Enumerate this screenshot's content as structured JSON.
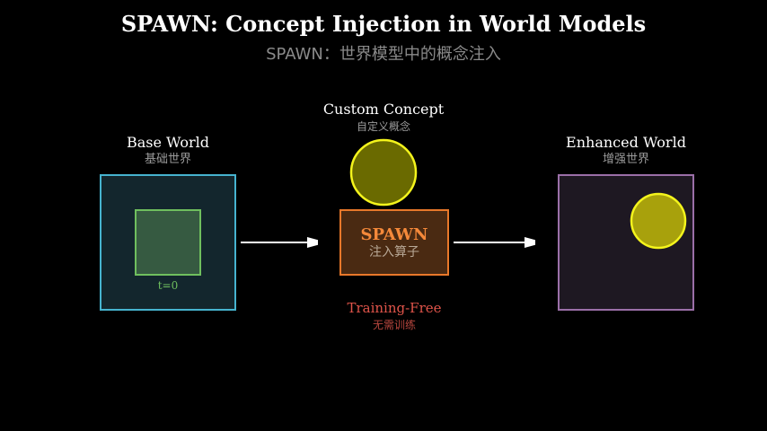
{
  "title": "SPAWN: Concept Injection in World Models",
  "subtitle": "SPAWN：世界模型中的概念注入",
  "base_world": {
    "label": "Base World",
    "label_cn": "基础世界",
    "timestamp": "t=0"
  },
  "custom_concept": {
    "label": "Custom Concept",
    "label_cn": "自定义概念"
  },
  "operator": {
    "label": "SPAWN",
    "label_cn": "注入算子"
  },
  "enhanced_world": {
    "label": "Enhanced World",
    "label_cn": "增强世界"
  },
  "note": {
    "label": "Training-Free",
    "label_cn": "无需训练"
  },
  "colors": {
    "background": "#000000",
    "base_world_border": "#46b3cf",
    "base_world_fill": "#13262d",
    "inner_object_border": "#6fbf5e",
    "inner_object_fill": "#365a41",
    "concept_circle_fill": "#6a6a00",
    "concept_circle_border": "#f4f41c",
    "operator_border": "#e8782a",
    "operator_fill": "#4a2a12",
    "operator_text": "#f5893a",
    "enhanced_world_border": "#9b6fa8",
    "enhanced_world_fill": "#1e1822",
    "enhanced_circle_fill": "#a8a10c",
    "enhanced_circle_border": "#f4f41c",
    "training_free": "#e0544a",
    "arrow": "#ffffff"
  }
}
